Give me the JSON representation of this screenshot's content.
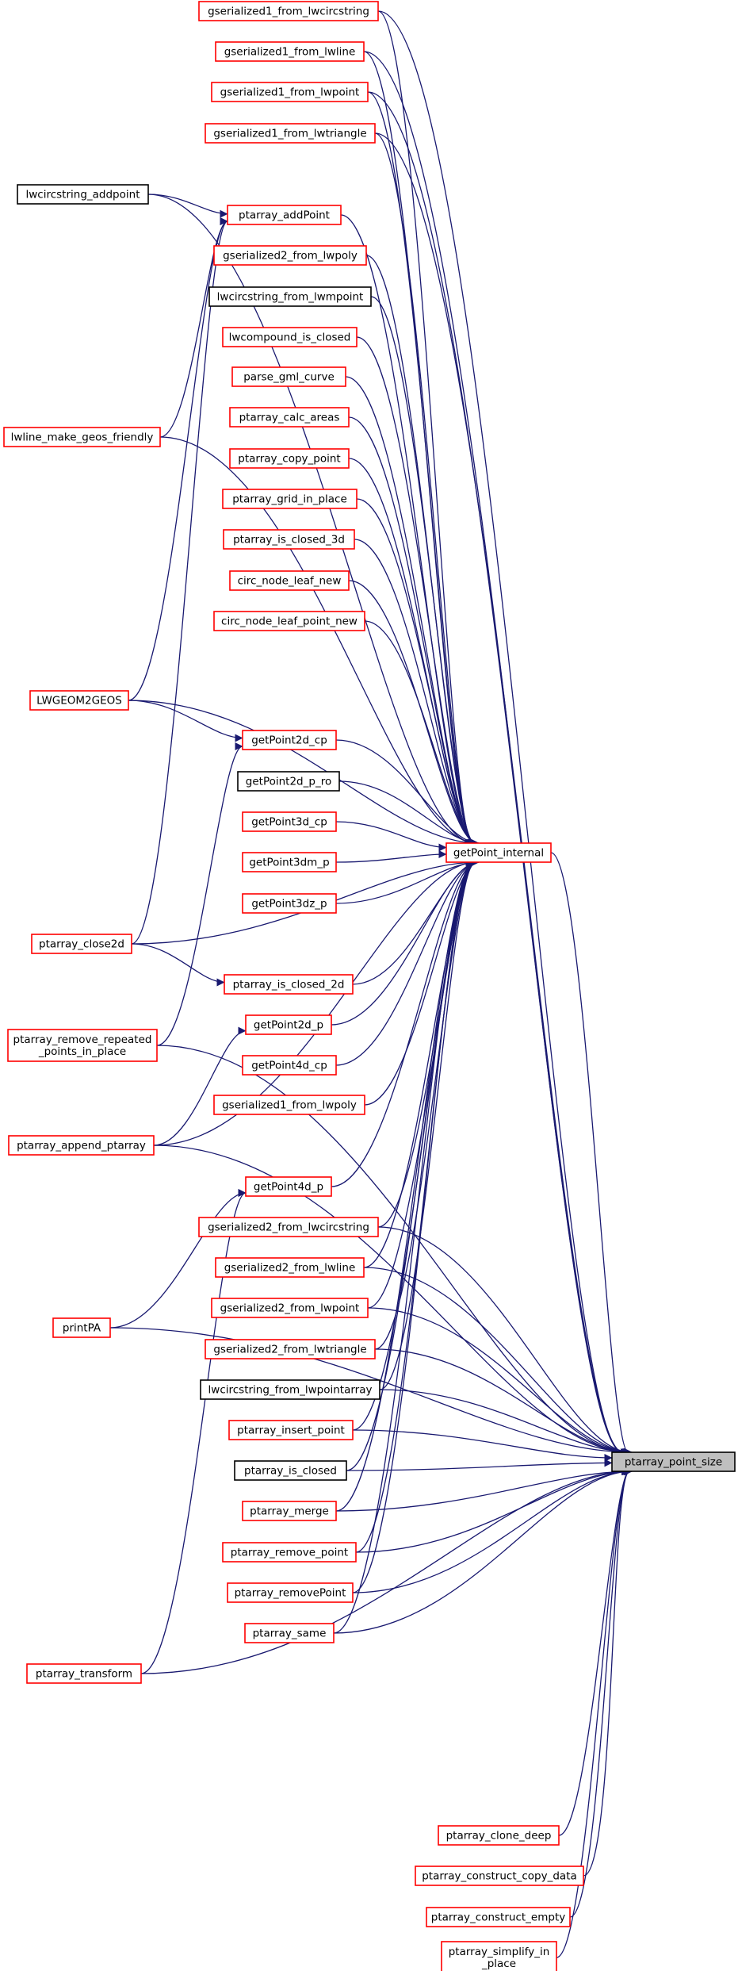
{
  "colors": {
    "edge": "#191970",
    "red_border": "#ff0000",
    "black_border": "#000000",
    "focus_fill": "#bfbfbf",
    "node_fill": "#ffffff"
  },
  "target": {
    "id": "ptarray_point_size",
    "label": "ptarray_point_size"
  },
  "nodes": [
    {
      "id": "gserialized1_from_lwcircstring",
      "lines": [
        "gserialized1_from_lwcircstring"
      ],
      "style": "red"
    },
    {
      "id": "gserialized1_from_lwline",
      "lines": [
        "gserialized1_from_lwline"
      ],
      "style": "red"
    },
    {
      "id": "gserialized1_from_lwpoint",
      "lines": [
        "gserialized1_from_lwpoint"
      ],
      "style": "red"
    },
    {
      "id": "gserialized1_from_lwtriangle",
      "lines": [
        "gserialized1_from_lwtriangle"
      ],
      "style": "red"
    },
    {
      "id": "lwcircstring_addpoint",
      "lines": [
        "lwcircstring_addpoint"
      ],
      "style": "black"
    },
    {
      "id": "ptarray_addPoint",
      "lines": [
        "ptarray_addPoint"
      ],
      "style": "red"
    },
    {
      "id": "gserialized2_from_lwpoly",
      "lines": [
        "gserialized2_from_lwpoly"
      ],
      "style": "red"
    },
    {
      "id": "lwcircstring_from_lwmpoint",
      "lines": [
        "lwcircstring_from_lwmpoint"
      ],
      "style": "black"
    },
    {
      "id": "lwcompound_is_closed",
      "lines": [
        "lwcompound_is_closed"
      ],
      "style": "red"
    },
    {
      "id": "parse_gml_curve",
      "lines": [
        "parse_gml_curve"
      ],
      "style": "red"
    },
    {
      "id": "ptarray_calc_areas",
      "lines": [
        "ptarray_calc_areas"
      ],
      "style": "red"
    },
    {
      "id": "lwline_make_geos_friendly",
      "lines": [
        "lwline_make_geos_friendly"
      ],
      "style": "red"
    },
    {
      "id": "ptarray_copy_point",
      "lines": [
        "ptarray_copy_point"
      ],
      "style": "red"
    },
    {
      "id": "ptarray_grid_in_place",
      "lines": [
        "ptarray_grid_in_place"
      ],
      "style": "red"
    },
    {
      "id": "ptarray_is_closed_3d",
      "lines": [
        "ptarray_is_closed_3d"
      ],
      "style": "red"
    },
    {
      "id": "circ_node_leaf_new",
      "lines": [
        "circ_node_leaf_new"
      ],
      "style": "red"
    },
    {
      "id": "circ_node_leaf_point_new",
      "lines": [
        "circ_node_leaf_point_new"
      ],
      "style": "red"
    },
    {
      "id": "LWGEOM2GEOS",
      "lines": [
        "LWGEOM2GEOS"
      ],
      "style": "red"
    },
    {
      "id": "getPoint2d_cp",
      "lines": [
        "getPoint2d_cp"
      ],
      "style": "red"
    },
    {
      "id": "getPoint2d_p_ro",
      "lines": [
        "getPoint2d_p_ro"
      ],
      "style": "black"
    },
    {
      "id": "getPoint3d_cp",
      "lines": [
        "getPoint3d_cp"
      ],
      "style": "red"
    },
    {
      "id": "getPoint_internal",
      "lines": [
        "getPoint_internal"
      ],
      "style": "red"
    },
    {
      "id": "getPoint3dm_p",
      "lines": [
        "getPoint3dm_p"
      ],
      "style": "red"
    },
    {
      "id": "getPoint3dz_p",
      "lines": [
        "getPoint3dz_p"
      ],
      "style": "red"
    },
    {
      "id": "ptarray_close2d",
      "lines": [
        "ptarray_close2d"
      ],
      "style": "red"
    },
    {
      "id": "ptarray_is_closed_2d",
      "lines": [
        "ptarray_is_closed_2d"
      ],
      "style": "red"
    },
    {
      "id": "getPoint2d_p",
      "lines": [
        "getPoint2d_p"
      ],
      "style": "red"
    },
    {
      "id": "ptarray_remove_repeated_points_in_place",
      "lines": [
        "ptarray_remove_repeated",
        "_points_in_place"
      ],
      "style": "red"
    },
    {
      "id": "getPoint4d_cp",
      "lines": [
        "getPoint4d_cp"
      ],
      "style": "red"
    },
    {
      "id": "gserialized1_from_lwpoly",
      "lines": [
        "gserialized1_from_lwpoly"
      ],
      "style": "red"
    },
    {
      "id": "ptarray_append_ptarray",
      "lines": [
        "ptarray_append_ptarray"
      ],
      "style": "red"
    },
    {
      "id": "getPoint4d_p",
      "lines": [
        "getPoint4d_p"
      ],
      "style": "red"
    },
    {
      "id": "gserialized2_from_lwcircstring",
      "lines": [
        "gserialized2_from_lwcircstring"
      ],
      "style": "red"
    },
    {
      "id": "gserialized2_from_lwline",
      "lines": [
        "gserialized2_from_lwline"
      ],
      "style": "red"
    },
    {
      "id": "printPA",
      "lines": [
        "printPA"
      ],
      "style": "red"
    },
    {
      "id": "gserialized2_from_lwpoint",
      "lines": [
        "gserialized2_from_lwpoint"
      ],
      "style": "red"
    },
    {
      "id": "gserialized2_from_lwtriangle",
      "lines": [
        "gserialized2_from_lwtriangle"
      ],
      "style": "red"
    },
    {
      "id": "lwcircstring_from_lwpointarray",
      "lines": [
        "lwcircstring_from_lwpointarray"
      ],
      "style": "black"
    },
    {
      "id": "ptarray_insert_point",
      "lines": [
        "ptarray_insert_point"
      ],
      "style": "red"
    },
    {
      "id": "ptarray_is_closed",
      "lines": [
        "ptarray_is_closed"
      ],
      "style": "black"
    },
    {
      "id": "ptarray_merge",
      "lines": [
        "ptarray_merge"
      ],
      "style": "red"
    },
    {
      "id": "ptarray_remove_point",
      "lines": [
        "ptarray_remove_point"
      ],
      "style": "red"
    },
    {
      "id": "ptarray_removePoint",
      "lines": [
        "ptarray_removePoint"
      ],
      "style": "red"
    },
    {
      "id": "ptarray_same",
      "lines": [
        "ptarray_same"
      ],
      "style": "red"
    },
    {
      "id": "ptarray_transform",
      "lines": [
        "ptarray_transform"
      ],
      "style": "red"
    },
    {
      "id": "ptarray_clone_deep",
      "lines": [
        "ptarray_clone_deep"
      ],
      "style": "red"
    },
    {
      "id": "ptarray_construct_copy_data",
      "lines": [
        "ptarray_construct_copy_data"
      ],
      "style": "red"
    },
    {
      "id": "ptarray_construct_empty",
      "lines": [
        "ptarray_construct_empty"
      ],
      "style": "red"
    },
    {
      "id": "ptarray_simplify_in_place",
      "lines": [
        "ptarray_simplify_in",
        "_place"
      ],
      "style": "red"
    }
  ],
  "edges": [
    [
      "gserialized1_from_lwcircstring",
      "ptarray_point_size"
    ],
    [
      "gserialized1_from_lwline",
      "ptarray_point_size"
    ],
    [
      "gserialized1_from_lwpoint",
      "ptarray_point_size"
    ],
    [
      "gserialized1_from_lwtriangle",
      "ptarray_point_size"
    ],
    [
      "gserialized1_from_lwpoly",
      "getPoint_internal"
    ],
    [
      "gserialized2_from_lwcircstring",
      "ptarray_point_size"
    ],
    [
      "gserialized2_from_lwline",
      "ptarray_point_size"
    ],
    [
      "gserialized2_from_lwpoint",
      "ptarray_point_size"
    ],
    [
      "gserialized2_from_lwtriangle",
      "ptarray_point_size"
    ],
    [
      "lwcircstring_from_lwpointarray",
      "ptarray_point_size"
    ],
    [
      "ptarray_insert_point",
      "ptarray_point_size"
    ],
    [
      "ptarray_is_closed",
      "ptarray_point_size"
    ],
    [
      "ptarray_merge",
      "ptarray_point_size"
    ],
    [
      "ptarray_remove_point",
      "ptarray_point_size"
    ],
    [
      "ptarray_removePoint",
      "ptarray_point_size"
    ],
    [
      "ptarray_same",
      "ptarray_point_size"
    ],
    [
      "ptarray_clone_deep",
      "ptarray_point_size"
    ],
    [
      "ptarray_construct_copy_data",
      "ptarray_point_size"
    ],
    [
      "ptarray_construct_empty",
      "ptarray_point_size"
    ],
    [
      "ptarray_simplify_in_place",
      "ptarray_point_size"
    ],
    [
      "getPoint_internal",
      "ptarray_point_size"
    ],
    [
      "gserialized1_from_lwcircstring",
      "getPoint_internal"
    ],
    [
      "gserialized1_from_lwline",
      "getPoint_internal"
    ],
    [
      "gserialized1_from_lwpoint",
      "getPoint_internal"
    ],
    [
      "gserialized1_from_lwtriangle",
      "getPoint_internal"
    ],
    [
      "ptarray_addPoint",
      "getPoint_internal"
    ],
    [
      "gserialized2_from_lwpoly",
      "getPoint_internal"
    ],
    [
      "lwcircstring_from_lwmpoint",
      "getPoint_internal"
    ],
    [
      "lwcompound_is_closed",
      "getPoint_internal"
    ],
    [
      "parse_gml_curve",
      "getPoint_internal"
    ],
    [
      "ptarray_calc_areas",
      "getPoint_internal"
    ],
    [
      "ptarray_copy_point",
      "getPoint_internal"
    ],
    [
      "ptarray_grid_in_place",
      "getPoint_internal"
    ],
    [
      "ptarray_is_closed_3d",
      "getPoint_internal"
    ],
    [
      "circ_node_leaf_new",
      "getPoint_internal"
    ],
    [
      "circ_node_leaf_point_new",
      "getPoint_internal"
    ],
    [
      "LWGEOM2GEOS",
      "getPoint_internal"
    ],
    [
      "getPoint2d_cp",
      "getPoint_internal"
    ],
    [
      "getPoint2d_p_ro",
      "getPoint_internal"
    ],
    [
      "getPoint3d_cp",
      "getPoint_internal"
    ],
    [
      "getPoint3dm_p",
      "getPoint_internal"
    ],
    [
      "getPoint3dz_p",
      "getPoint_internal"
    ],
    [
      "ptarray_close2d",
      "getPoint_internal"
    ],
    [
      "ptarray_is_closed_2d",
      "getPoint_internal"
    ],
    [
      "getPoint2d_p",
      "getPoint_internal"
    ],
    [
      "getPoint4d_cp",
      "getPoint_internal"
    ],
    [
      "ptarray_append_ptarray",
      "getPoint_internal"
    ],
    [
      "getPoint4d_p",
      "getPoint_internal"
    ],
    [
      "gserialized2_from_lwcircstring",
      "getPoint_internal"
    ],
    [
      "gserialized2_from_lwline",
      "getPoint_internal"
    ],
    [
      "gserialized2_from_lwpoint",
      "getPoint_internal"
    ],
    [
      "gserialized2_from_lwtriangle",
      "getPoint_internal"
    ],
    [
      "lwcircstring_from_lwpointarray",
      "getPoint_internal"
    ],
    [
      "ptarray_insert_point",
      "getPoint_internal"
    ],
    [
      "ptarray_is_closed",
      "getPoint_internal"
    ],
    [
      "ptarray_merge",
      "getPoint_internal"
    ],
    [
      "ptarray_remove_point",
      "getPoint_internal"
    ],
    [
      "ptarray_removePoint",
      "getPoint_internal"
    ],
    [
      "ptarray_same",
      "getPoint_internal"
    ],
    [
      "lwcircstring_addpoint",
      "ptarray_addPoint"
    ],
    [
      "lwcircstring_addpoint",
      "getPoint_internal"
    ],
    [
      "lwline_make_geos_friendly",
      "ptarray_addPoint"
    ],
    [
      "lwline_make_geos_friendly",
      "getPoint_internal"
    ],
    [
      "LWGEOM2GEOS",
      "ptarray_addPoint"
    ],
    [
      "LWGEOM2GEOS",
      "getPoint2d_cp"
    ],
    [
      "ptarray_close2d",
      "ptarray_addPoint"
    ],
    [
      "ptarray_close2d",
      "ptarray_is_closed_2d"
    ],
    [
      "ptarray_remove_repeated_points_in_place",
      "getPoint2d_cp"
    ],
    [
      "ptarray_remove_repeated_points_in_place",
      "ptarray_point_size"
    ],
    [
      "ptarray_append_ptarray",
      "getPoint2d_p"
    ],
    [
      "ptarray_append_ptarray",
      "ptarray_point_size"
    ],
    [
      "printPA",
      "getPoint4d_p"
    ],
    [
      "printPA",
      "ptarray_point_size"
    ],
    [
      "ptarray_transform",
      "getPoint4d_p"
    ],
    [
      "ptarray_transform",
      "ptarray_point_size"
    ]
  ]
}
